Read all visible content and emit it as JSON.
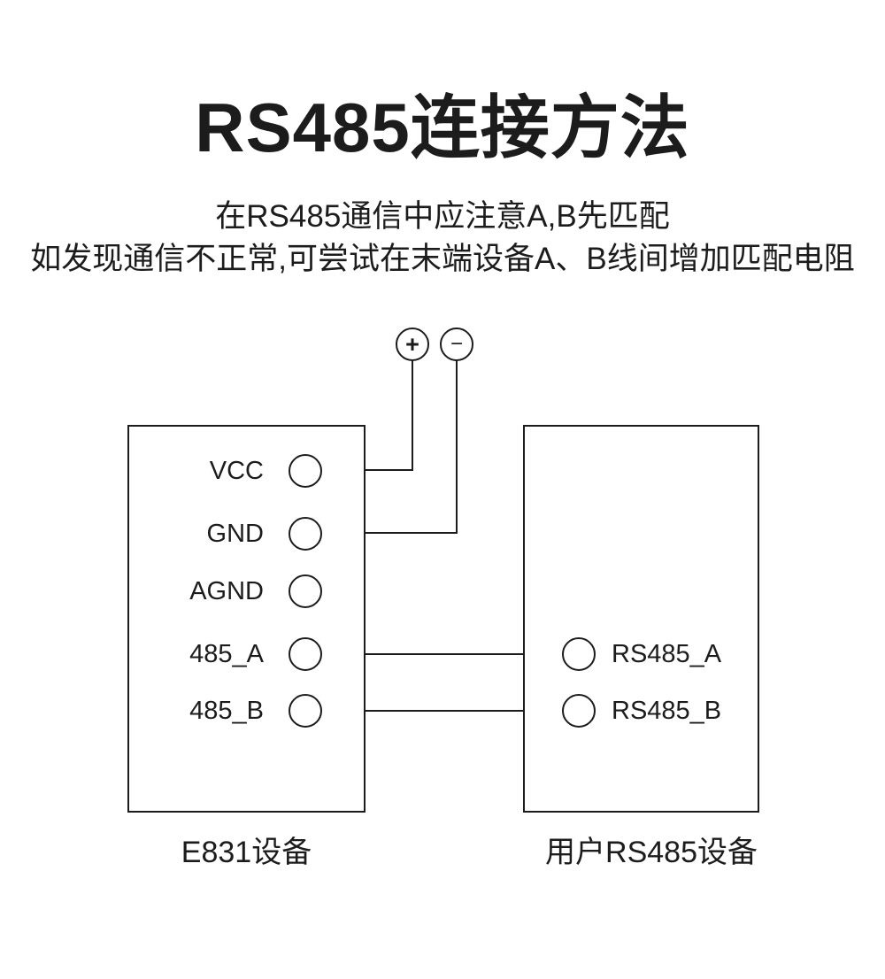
{
  "header": {
    "title": "RS485连接方法",
    "subtitle_line1": "在RS485通信中应注意A,B先匹配",
    "subtitle_line2": "如发现通信不正常,可尝试在末端设备A、B线间增加匹配电阻"
  },
  "diagram": {
    "power": {
      "positive_label": "+",
      "negative_label": "−"
    },
    "left_device": {
      "caption": "E831设备",
      "pins": [
        {
          "label": "VCC"
        },
        {
          "label": "GND"
        },
        {
          "label": "AGND"
        },
        {
          "label": "485_A"
        },
        {
          "label": "485_B"
        }
      ]
    },
    "right_device": {
      "caption": "用户RS485设备",
      "pins": [
        {
          "label": "RS485_A"
        },
        {
          "label": "RS485_B"
        }
      ]
    },
    "connections": [
      {
        "from": "VCC",
        "to": "+"
      },
      {
        "from": "GND",
        "to": "−"
      },
      {
        "from": "485_A",
        "to": "RS485_A"
      },
      {
        "from": "485_B",
        "to": "RS485_B"
      }
    ],
    "colors": {
      "line": "#1c1c1c",
      "background": "#ffffff"
    }
  }
}
